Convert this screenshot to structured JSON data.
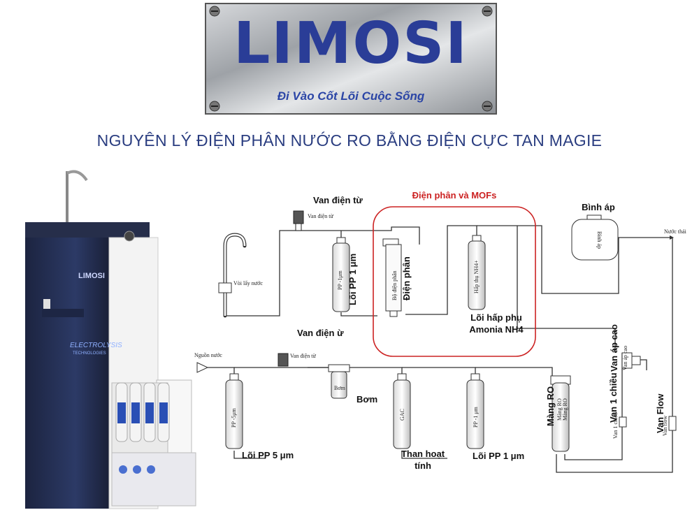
{
  "logo": {
    "word": "LIMOSI",
    "tagline": "Đi Vào Cốt Lõi Cuộc Sống"
  },
  "title": "NGUYÊN LÝ ĐIỆN PHÂN NƯỚC RO BẰNG ĐIỆN CỰC TAN MAGIE",
  "machine": {
    "brand": "LIMOSI",
    "badge": "ELECTROLYSIS",
    "badge_sub": "TECHNOLOGIES"
  },
  "labels": {
    "valve_top": "Van điện từ",
    "valve_top_small": "Van điện từ",
    "electrolysis_group": "Điện phân và MOFs",
    "tank": "Bình áp",
    "tank_small": "Bình áp",
    "waste": "Nước thải",
    "faucet_small": "Vòi lấy nước",
    "pp1_top_small": "PP -1μm",
    "pp1_top": "Lõi PP 1 μm",
    "electro_small": "Bộ điện phân",
    "electro": "Điện phân",
    "adsorb_small": "Hấp thụ NH4+",
    "adsorb_l1": "Lõi hấp phụ",
    "adsorb_l2": "Amonia NH4",
    "valve_mid": "Van điện ừ",
    "high_pressure": "Van áp cao",
    "high_pressure_small": "Van áp cao",
    "source_small": "Nguồn nước",
    "valve_bottom_small": "Van điện từ",
    "pump_small": "Bơm",
    "pump": "Bơm",
    "pp5_small": "PP -5μm",
    "pp5": "Lõi PP 5 μm",
    "gac_small": "GAC",
    "gac_l1": "Than hoạt",
    "gac_l2": "tính",
    "pp1_bottom_small": "PP -1 μm",
    "pp1_bottom": "Lõi PP 1 μm",
    "ro_small1": "Màng RO",
    "ro_small2": "Màng RO",
    "ro": "Màng RO",
    "check_valve": "Van 1 chiều",
    "check_valve_small": "Van 1 chiều",
    "flow_valve": "Van Flow",
    "flow_valve_small": "Van flow"
  },
  "colors": {
    "highlight": "#cc2222",
    "brand_blue": "#2a3d97",
    "line": "#333333"
  }
}
